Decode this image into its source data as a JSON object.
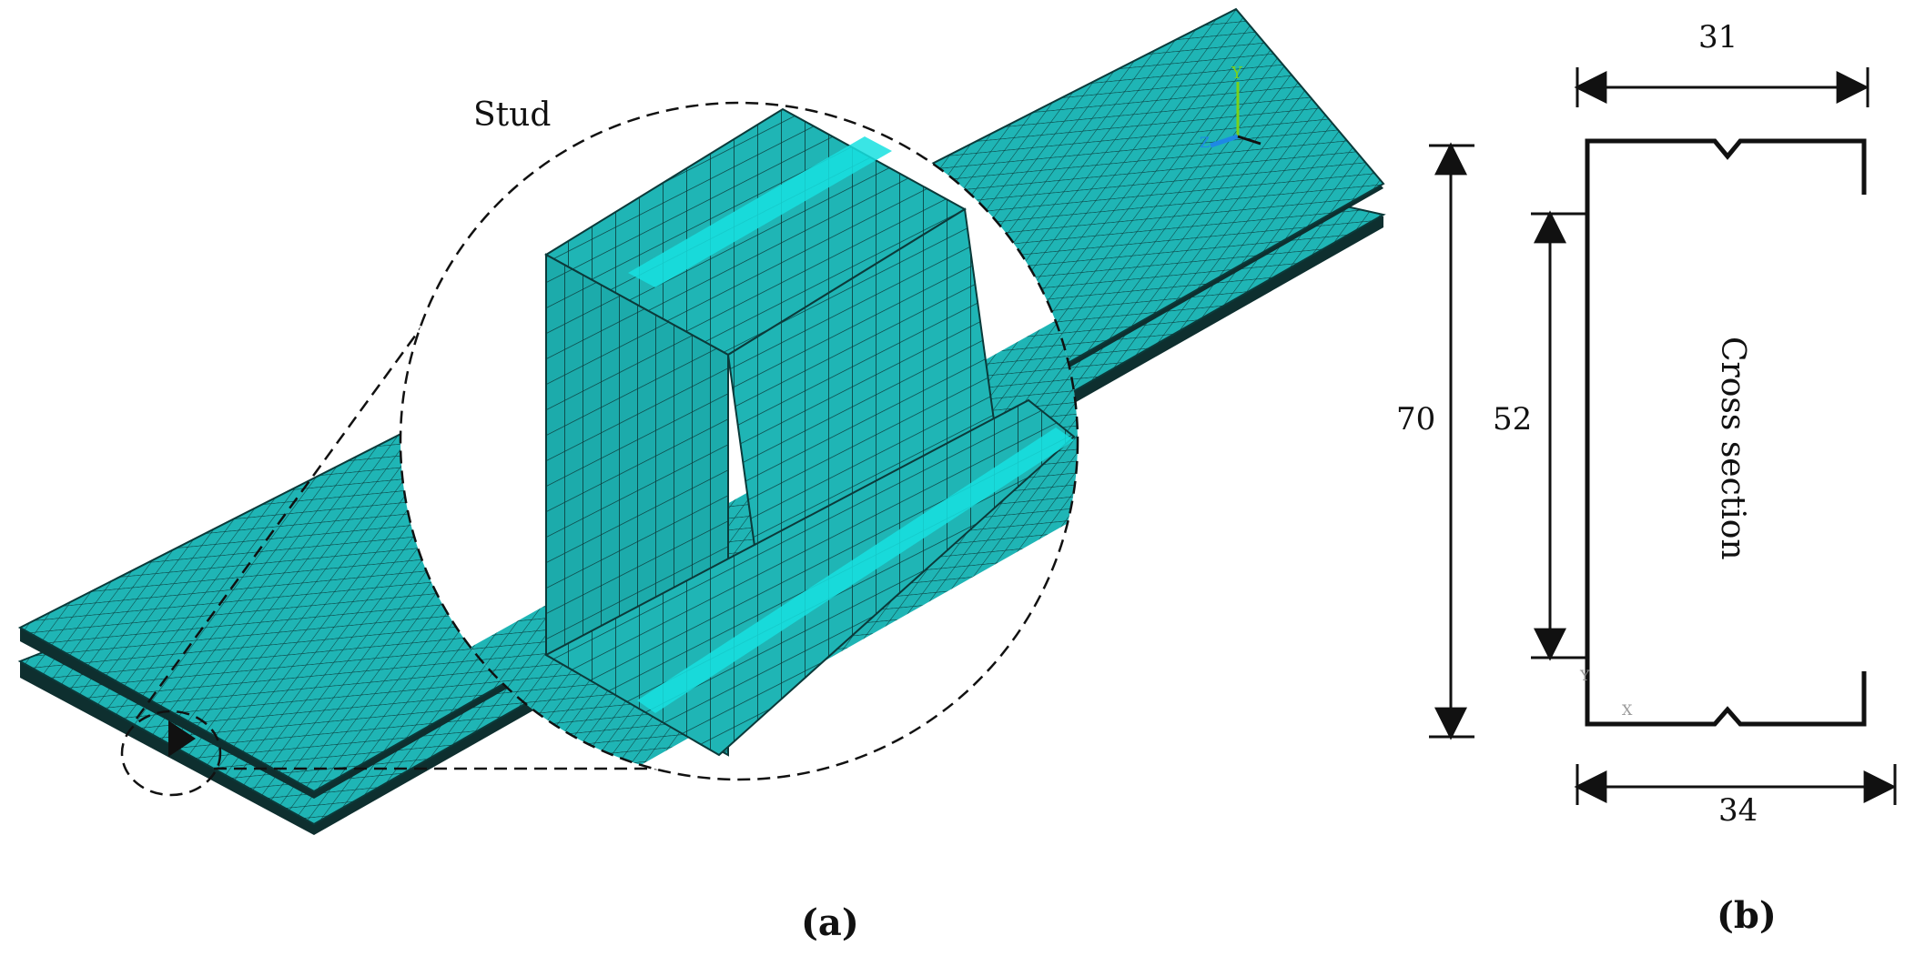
{
  "panel_a": {
    "label": "(a)",
    "stud_label": "Stud",
    "axis_letters": {
      "y": "Y",
      "z": "Z"
    },
    "mesh_color": "#1fb5b5",
    "mesh_highlight": "#18e0e0",
    "mesh_line": "#0b3a3a"
  },
  "panel_b": {
    "label": "(b)",
    "dim_top": "31",
    "dim_bottom": "34",
    "dim_height": "70",
    "dim_inner": "52",
    "section_text": "Cross section",
    "axis_small_y": "Y",
    "axis_small_x": "X"
  }
}
